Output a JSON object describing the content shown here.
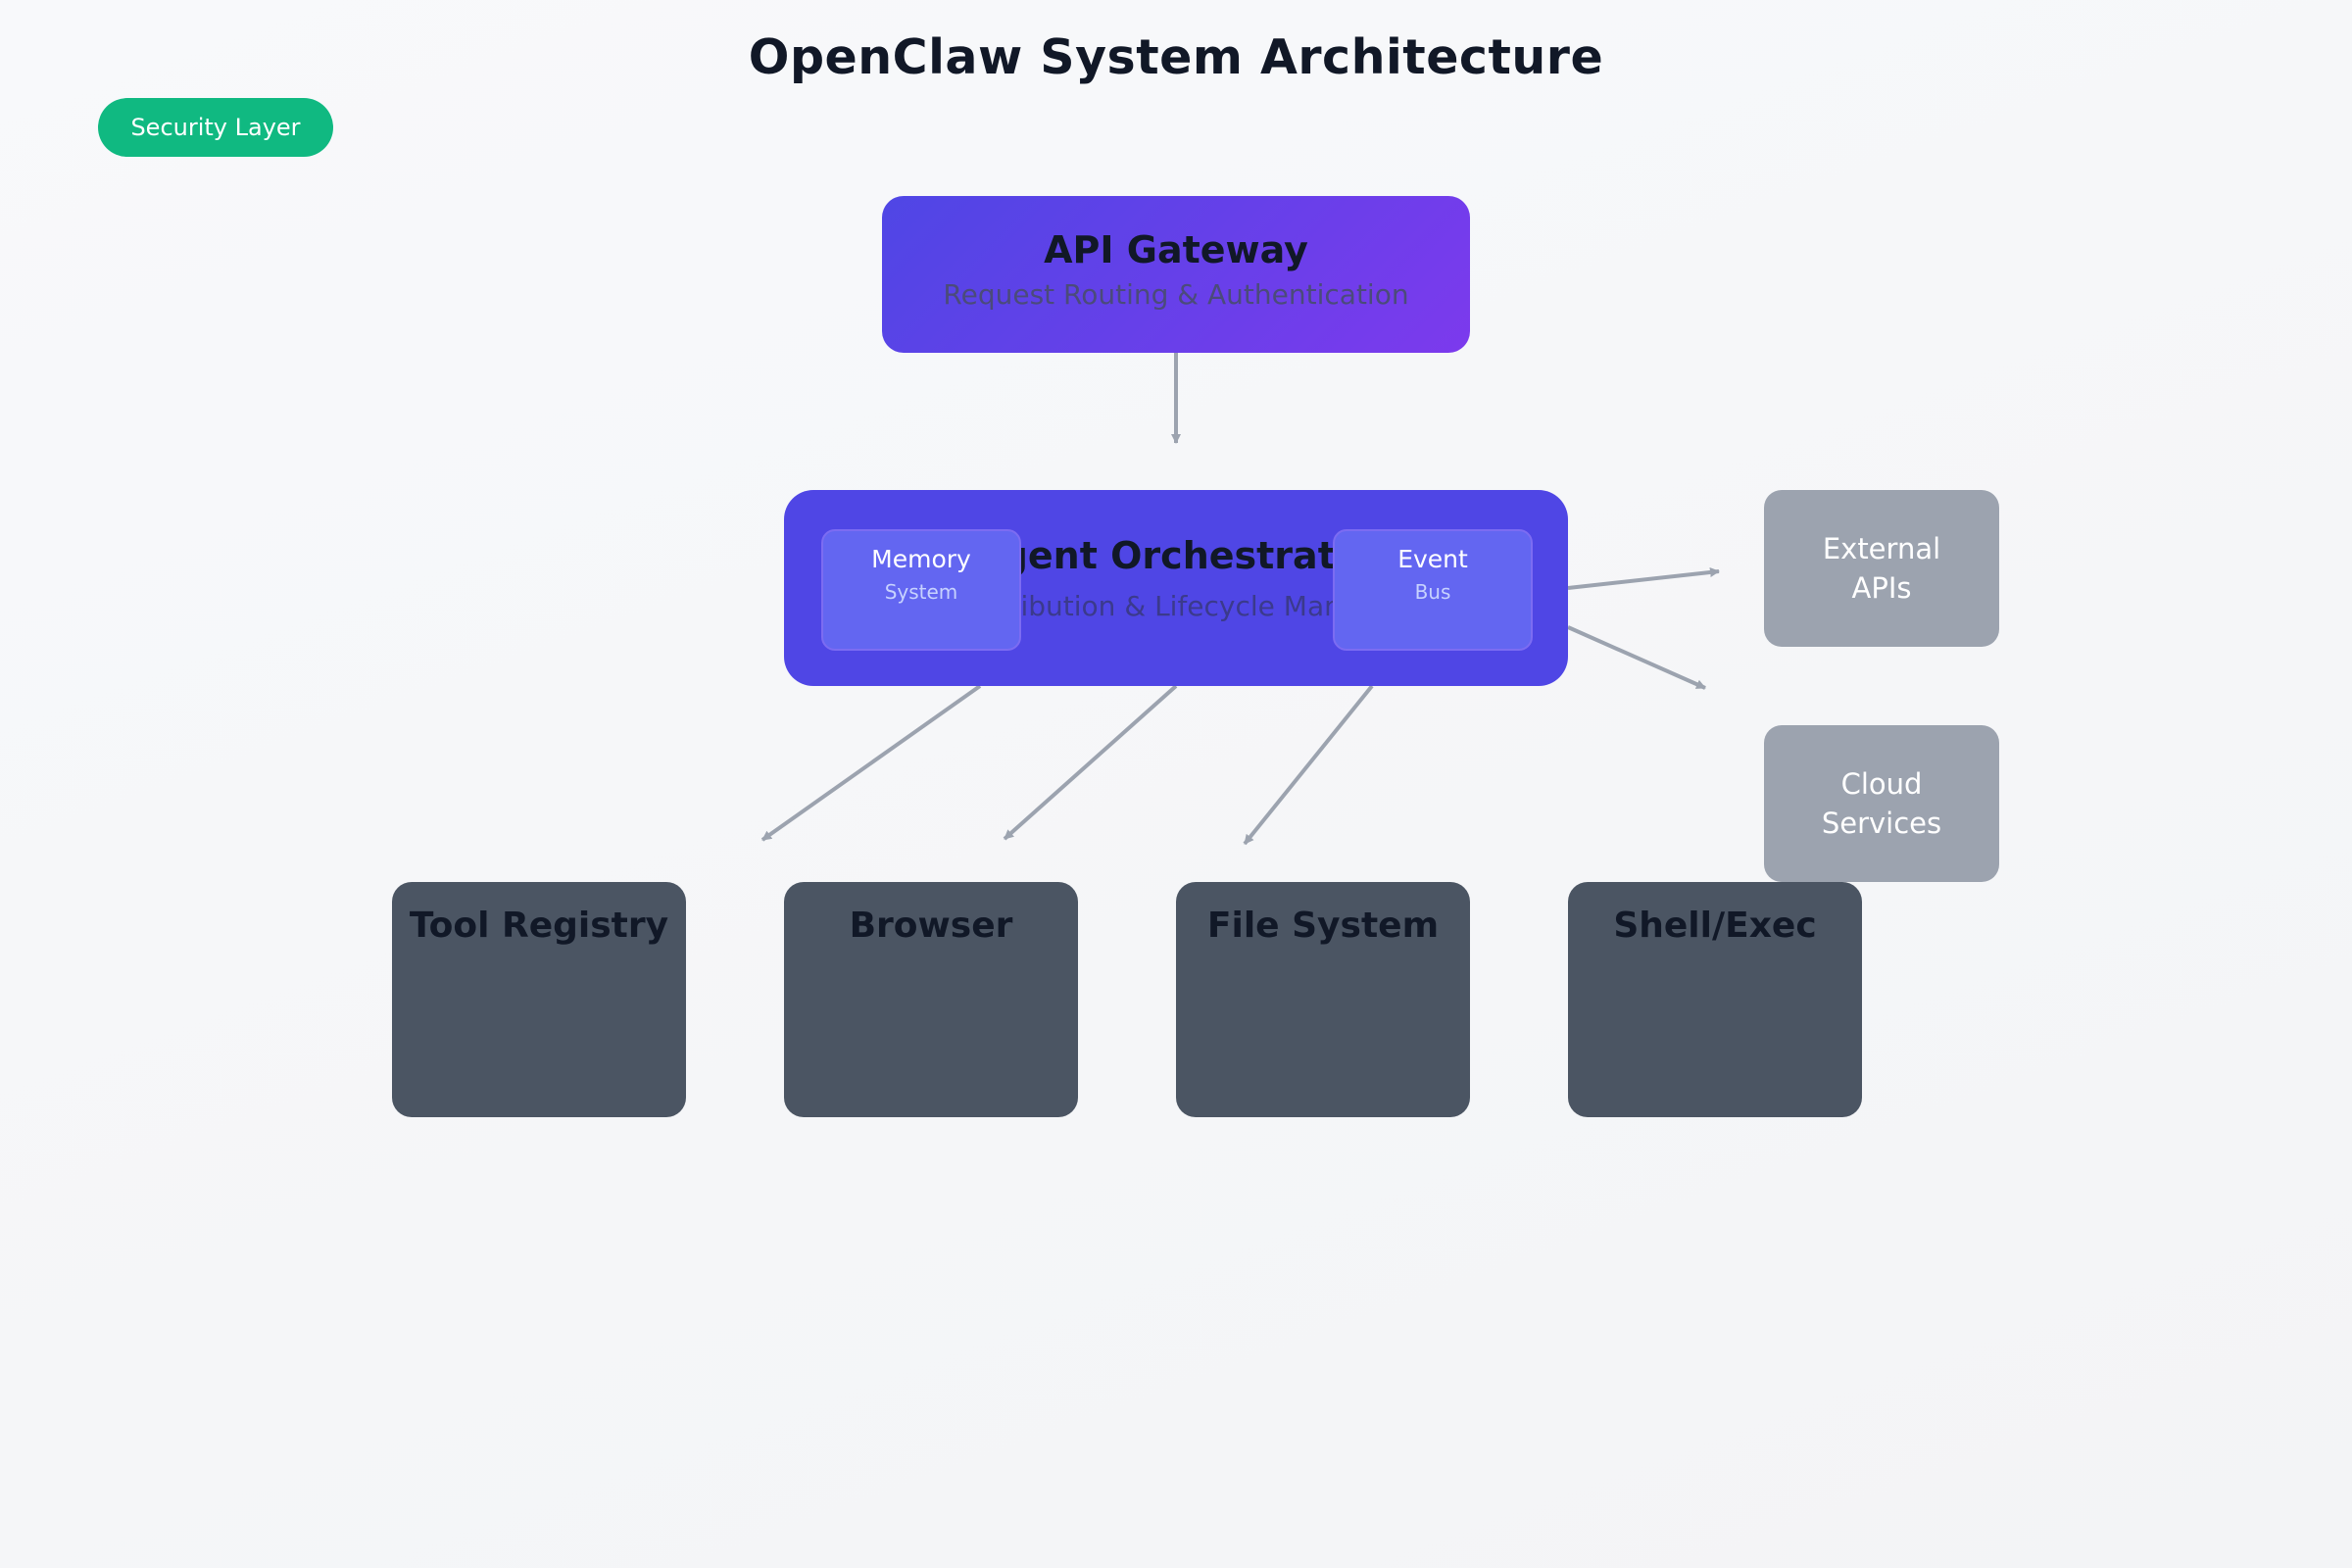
{
  "title": "OpenClaw System Architecture",
  "badge": "Security Layer",
  "gateway": {
    "title": "API Gateway",
    "subtitle": "Request Routing & Authentication"
  },
  "orchestrator": {
    "title": "Agent Orchestrator",
    "subtitle": "Task Distribution & Lifecycle Management",
    "memory": {
      "name": "Memory",
      "sub": "System"
    },
    "event_bus": {
      "name": "Event",
      "sub": "Bus"
    }
  },
  "side_services": [
    {
      "line1": "External",
      "line2": "APIs"
    },
    {
      "line1": "Cloud",
      "line2": "Services"
    }
  ],
  "tools": [
    "Tool Registry",
    "Browser",
    "File System",
    "Shell/Exec"
  ],
  "colors": {
    "badge": "#10b981",
    "gateway_gradient": [
      "#4f46e5",
      "#7c3aed"
    ],
    "orchestrator": "#4f46e5",
    "inner_box": "#6366f1",
    "side_box": "#9ca3af",
    "tool_box": "#4b5563",
    "edge": "#9ca3af"
  }
}
